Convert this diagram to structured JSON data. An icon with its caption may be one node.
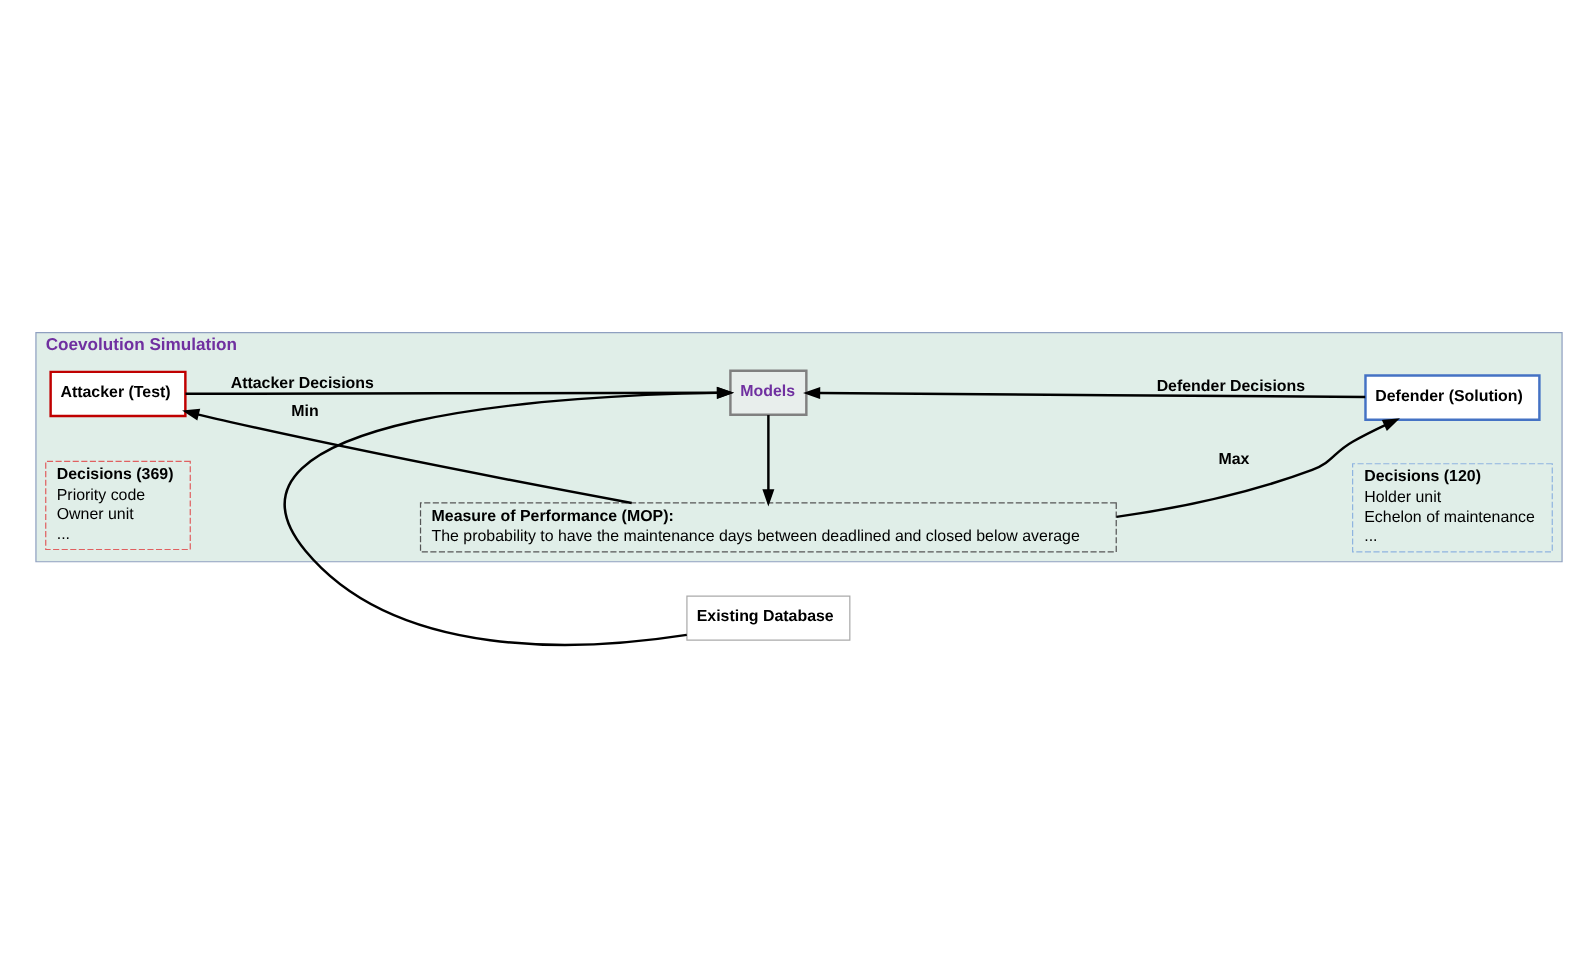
{
  "diagram": {
    "nodes": [
      {
        "text": [
          "Coevolution Simulation"
        ]
      },
      {
        "text": [
          "Measure of Performance (MOP):",
          "The probability to have the maintenance days between deadlined and closed below average"
        ],
        "in": 0
      },
      {
        "text": [
          "Attacker (Test)"
        ],
        "in": 0
      },
      {
        "text": [
          "Models"
        ],
        "in": 0
      },
      {
        "text": [
          "Defender (Solution)"
        ],
        "in": 0
      },
      {
        "text": [
          "Decisions (369)",
          "Priority code",
          "Owner unit",
          "..."
        ],
        "in": 0
      },
      {
        "text": [
          "Decisions (120)",
          "Holder unit",
          "Echelon of maintenance",
          "..."
        ],
        "in": 0
      },
      {
        "text": [
          "Existing Database"
        ]
      }
    ],
    "edges": [
      {
        "from": 1,
        "to": 2,
        "arrow": "to",
        "label": "Min"
      },
      {
        "from": 1,
        "to": 4,
        "arrow": "to",
        "label": "Max"
      },
      {
        "from": 2,
        "to": 3,
        "arrow": "to",
        "label": "Attacker Decisions"
      },
      {
        "from": 4,
        "to": 3,
        "arrow": "to",
        "label": "Defender Decisions"
      },
      {
        "from": 3,
        "to": 1,
        "arrow": "to"
      },
      {
        "from": 7,
        "to": 3,
        "arrow": "to"
      }
    ]
  }
}
